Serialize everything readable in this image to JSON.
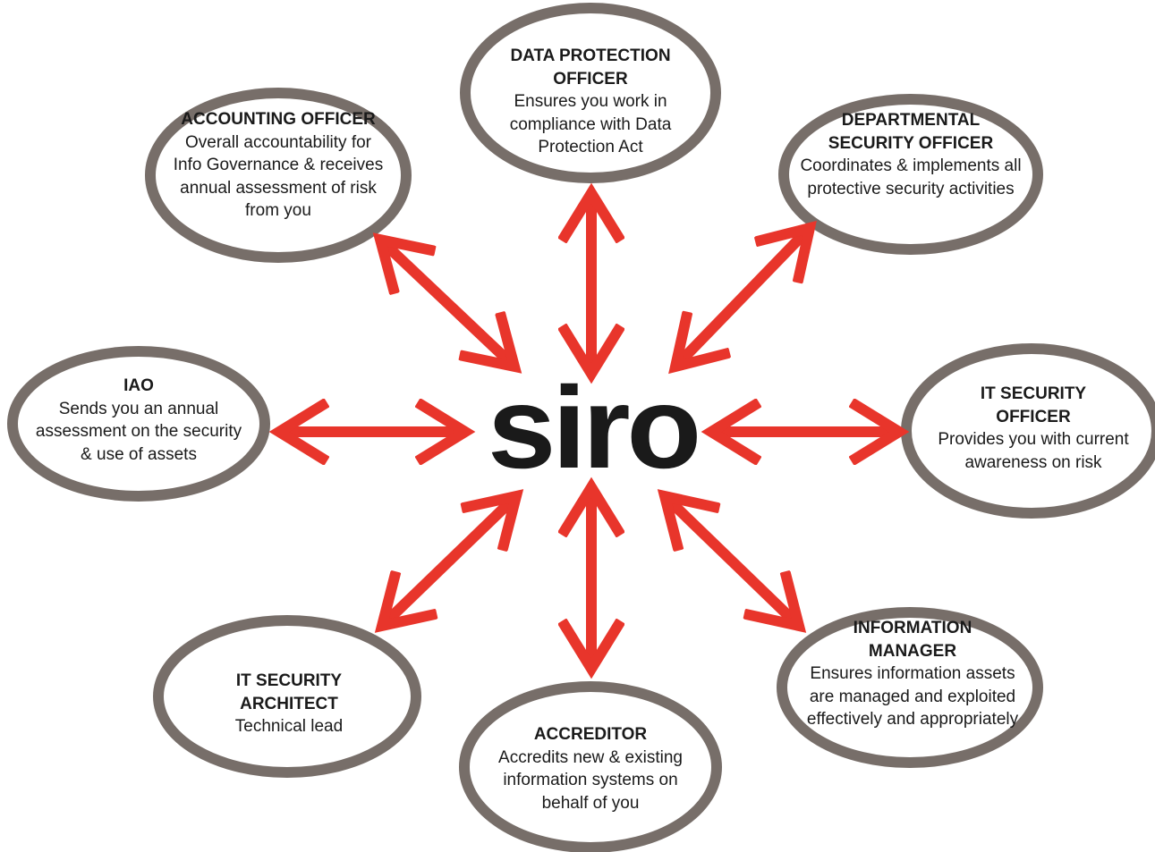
{
  "center": {
    "label": "siro"
  },
  "colors": {
    "arrow": "#e8352b",
    "ellipse_stroke": "#776e69",
    "logo": "#1a1a1a",
    "text": "#1a1a1a"
  },
  "nodes": [
    {
      "id": "data-protection-officer",
      "title": "DATA PROTECTION OFFICER",
      "description": "Ensures you work in compliance with Data Protection Act"
    },
    {
      "id": "accounting-officer",
      "title": "ACCOUNTING OFFICER",
      "description": "Overall accountability for Info Governance & receives annual assessment of risk from you"
    },
    {
      "id": "departmental-security-officer",
      "title": "DEPARTMENTAL SECURITY OFFICER",
      "description": "Coordinates & implements all protective security activities"
    },
    {
      "id": "iao",
      "title": "IAO",
      "description": "Sends you an annual assessment on the security & use of assets"
    },
    {
      "id": "it-security-officer",
      "title": "IT SECURITY OFFICER",
      "description": "Provides you with current awareness on risk"
    },
    {
      "id": "it-security-architect",
      "title": "IT SECURITY ARCHITECT",
      "description": "Technical lead"
    },
    {
      "id": "accreditor",
      "title": "ACCREDITOR",
      "description": "Accredits new & existing information systems on behalf of you"
    },
    {
      "id": "information-manager",
      "title": "INFORMATION MANAGER",
      "description": "Ensures information assets are managed and exploited effectively and appropriately"
    }
  ]
}
